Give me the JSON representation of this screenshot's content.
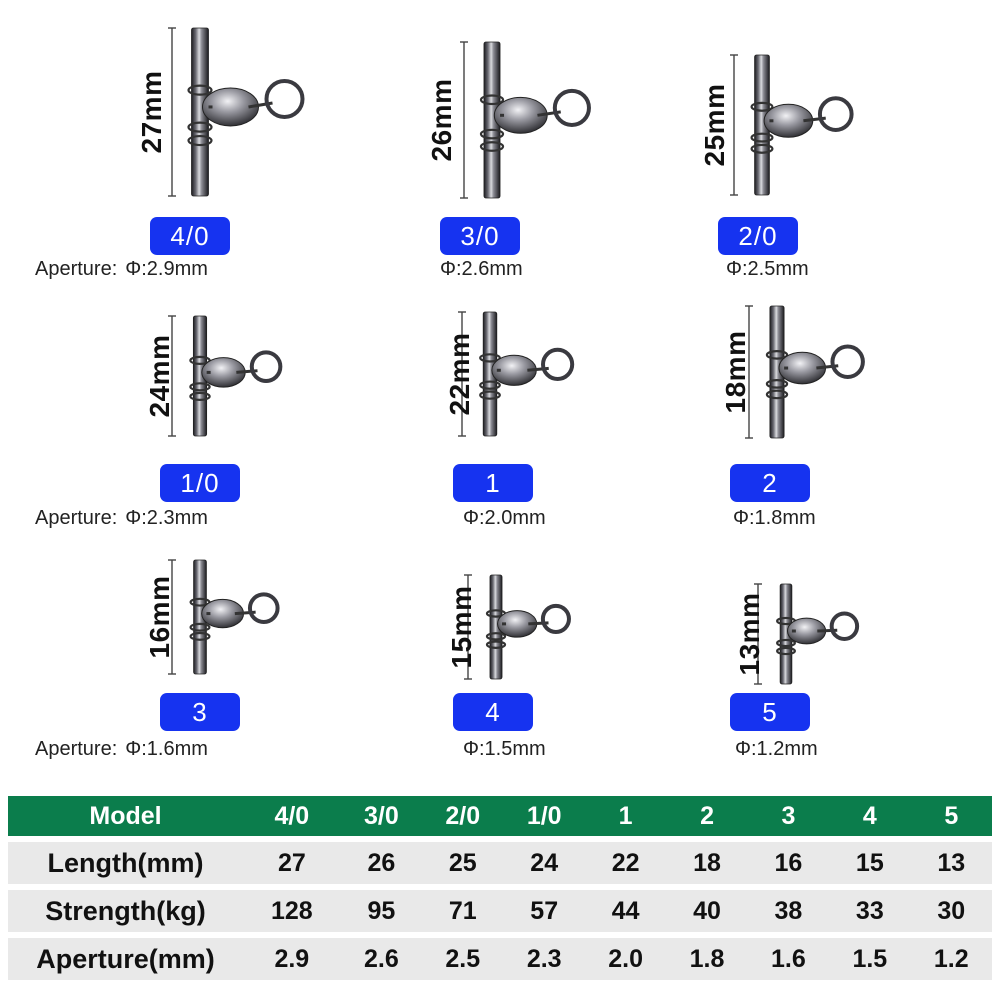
{
  "items": [
    {
      "length": "27mm",
      "model": "4/0",
      "aperture_label": "Aperture:",
      "aperture": "Φ:2.9mm"
    },
    {
      "length": "26mm",
      "model": "3/0",
      "aperture_label": "",
      "aperture": "Φ:2.6mm"
    },
    {
      "length": "25mm",
      "model": "2/0",
      "aperture_label": "",
      "aperture": "Φ:2.5mm"
    },
    {
      "length": "24mm",
      "model": "1/0",
      "aperture_label": "Aperture:",
      "aperture": "Φ:2.3mm"
    },
    {
      "length": "22mm",
      "model": "1",
      "aperture_label": "",
      "aperture": "Φ:2.0mm"
    },
    {
      "length": "18mm",
      "model": "2",
      "aperture_label": "",
      "aperture": "Φ:1.8mm"
    },
    {
      "length": "16mm",
      "model": "3",
      "aperture_label": "Aperture:",
      "aperture": "Φ:1.6mm"
    },
    {
      "length": "15mm",
      "model": "4",
      "aperture_label": "",
      "aperture": "Φ:1.5mm"
    },
    {
      "length": "13mm",
      "model": "5",
      "aperture_label": "",
      "aperture": "Φ:1.2mm"
    }
  ],
  "table": {
    "header": {
      "title": "Model",
      "cells": [
        "4/0",
        "3/0",
        "2/0",
        "1/0",
        "1",
        "2",
        "3",
        "4",
        "5"
      ]
    },
    "rows": [
      {
        "title": "Length(mm)",
        "cells": [
          "27",
          "26",
          "25",
          "24",
          "22",
          "18",
          "16",
          "15",
          "13"
        ]
      },
      {
        "title": "Strength(kg)",
        "cells": [
          "128",
          "95",
          "71",
          "57",
          "44",
          "40",
          "38",
          "33",
          "30"
        ]
      },
      {
        "title": "Aperture(mm)",
        "cells": [
          "2.9",
          "2.6",
          "2.5",
          "2.3",
          "2.0",
          "1.8",
          "1.6",
          "1.5",
          "1.2"
        ]
      }
    ]
  },
  "colors": {
    "badge": "#1633f0",
    "table_header": "#0b7d4c",
    "table_row": "#e9e9e9"
  },
  "icons": {
    "product": "three-way-swivel-icon"
  }
}
